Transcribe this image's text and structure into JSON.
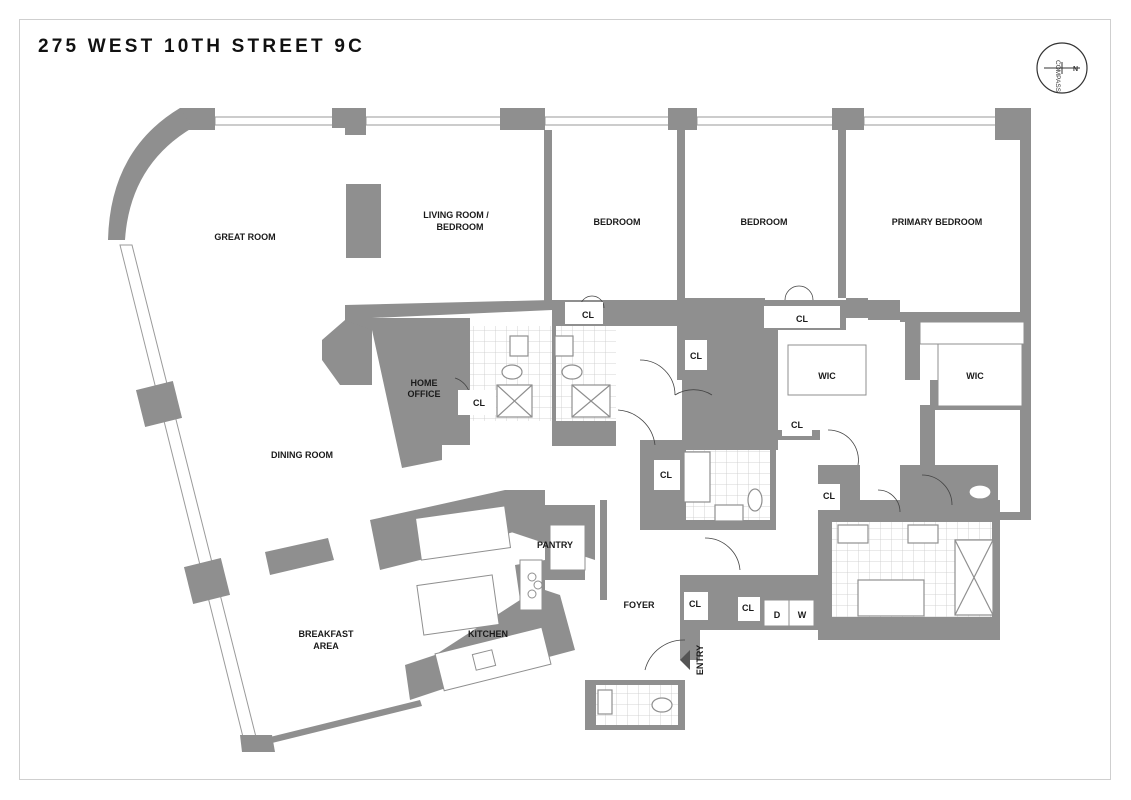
{
  "title": "275 WEST 10TH STREET 9C",
  "compass": {
    "label": "COMPASS",
    "north": "N"
  },
  "rooms": {
    "great_room": "GREAT ROOM",
    "living_room_l1": "LIVING ROOM /",
    "living_room_l2": "BEDROOM",
    "bedroom_1": "BEDROOM",
    "bedroom_2": "BEDROOM",
    "primary_bedroom": "PRIMARY BEDROOM",
    "home_office_l1": "HOME",
    "home_office_l2": "OFFICE",
    "dining_room": "DINING ROOM",
    "wic_1": "WIC",
    "wic_2": "WIC",
    "pantry": "PANTRY",
    "foyer": "FOYER",
    "kitchen": "KITCHEN",
    "breakfast_l1": "BREAKFAST",
    "breakfast_l2": "AREA",
    "entry": "ENTRY",
    "closet": "CL",
    "dryer": "D",
    "washer": "W"
  },
  "colors": {
    "wall": "#8f8f8f",
    "wall_dark": "#7a7a7a",
    "fixture": "#ffffff",
    "tile": "#c9c9c9"
  }
}
